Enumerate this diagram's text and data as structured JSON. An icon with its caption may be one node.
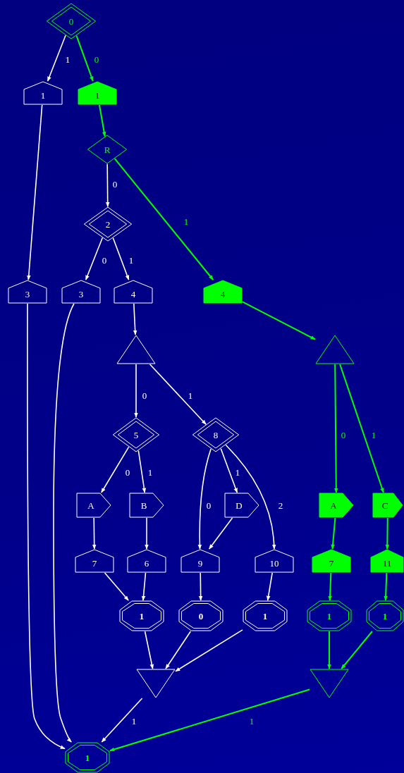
{
  "diagram": {
    "nodes": [
      {
        "text": [
          "0"
        ]
      },
      {
        "text": [
          "1"
        ]
      },
      {
        "text": [
          "1"
        ]
      },
      {
        "text": [
          "R"
        ]
      },
      {
        "text": [
          "2"
        ]
      },
      {
        "text": [
          "3"
        ]
      },
      {
        "text": [
          "3"
        ]
      },
      {
        "text": [
          "4"
        ]
      },
      {
        "text": [
          "4"
        ]
      },
      {
        "text": [],
        "shape": "triangle"
      },
      {
        "text": [],
        "shape": "triangle"
      },
      {
        "text": [
          "5"
        ]
      },
      {
        "text": [
          "8"
        ]
      },
      {
        "text": [
          "A"
        ]
      },
      {
        "text": [
          "B"
        ]
      },
      {
        "text": [
          "D"
        ]
      },
      {
        "text": [
          "A"
        ]
      },
      {
        "text": [
          "C"
        ]
      },
      {
        "text": [
          "7"
        ]
      },
      {
        "text": [
          "6"
        ]
      },
      {
        "text": [
          "9"
        ]
      },
      {
        "text": [
          "10"
        ]
      },
      {
        "text": [
          "7"
        ]
      },
      {
        "text": [
          "11"
        ]
      },
      {
        "text": [
          "1"
        ]
      },
      {
        "text": [
          "0"
        ]
      },
      {
        "text": [
          "1"
        ]
      },
      {
        "text": [
          "1"
        ]
      },
      {
        "text": [
          "1"
        ]
      },
      {
        "text": [],
        "shape": "triangle"
      },
      {
        "text": [],
        "shape": "triangle"
      },
      {
        "text": [
          "1"
        ]
      }
    ],
    "edges": [
      {
        "from": 0,
        "to": 1,
        "arrow": "to",
        "label": "1"
      },
      {
        "from": 0,
        "to": 2,
        "arrow": "to",
        "label": "0",
        "color": "#00ff00"
      },
      {
        "from": 1,
        "to": 5,
        "arrow": "to"
      },
      {
        "from": 2,
        "to": 3,
        "arrow": "to",
        "color": "#00ff00"
      },
      {
        "from": 5,
        "to": 31,
        "arrow": "to"
      },
      {
        "from": 6,
        "to": 31,
        "arrow": "to"
      },
      {
        "from": 3,
        "to": 4,
        "arrow": "to",
        "label": "0"
      },
      {
        "from": 3,
        "to": 8,
        "arrow": "to",
        "label": "1",
        "color": "#00ff00"
      },
      {
        "from": 4,
        "to": 6,
        "arrow": "to",
        "label": "0"
      },
      {
        "from": 4,
        "to": 7,
        "arrow": "to",
        "label": "1"
      },
      {
        "from": 7,
        "to": 9,
        "arrow": "to"
      },
      {
        "from": 8,
        "to": 10,
        "arrow": "to",
        "color": "#00ff00"
      },
      {
        "from": 9,
        "to": 11,
        "arrow": "to",
        "label": "0"
      },
      {
        "from": 9,
        "to": 12,
        "arrow": "to",
        "label": "1"
      },
      {
        "from": 10,
        "to": 16,
        "arrow": "to",
        "label": "0",
        "color": "#00ff00"
      },
      {
        "from": 10,
        "to": 17,
        "arrow": "to",
        "label": "1",
        "color": "#00ff00"
      },
      {
        "from": 11,
        "to": 13,
        "arrow": "to",
        "label": "0"
      },
      {
        "from": 11,
        "to": 14,
        "arrow": "to",
        "label": "1"
      },
      {
        "from": 12,
        "to": 20,
        "arrow": "to",
        "label": "0"
      },
      {
        "from": 12,
        "to": 15,
        "arrow": "to",
        "label": "1"
      },
      {
        "from": 12,
        "to": 21,
        "arrow": "to",
        "label": "2"
      },
      {
        "from": 13,
        "to": 18,
        "arrow": "to"
      },
      {
        "from": 14,
        "to": 19,
        "arrow": "to"
      },
      {
        "from": 15,
        "to": 20,
        "arrow": "to"
      },
      {
        "from": 16,
        "to": 22,
        "arrow": "to",
        "color": "#00ff00"
      },
      {
        "from": 17,
        "to": 23,
        "arrow": "to",
        "color": "#00ff00"
      },
      {
        "from": 18,
        "to": 24,
        "arrow": "to"
      },
      {
        "from": 19,
        "to": 24,
        "arrow": "to"
      },
      {
        "from": 20,
        "to": 25,
        "arrow": "to"
      },
      {
        "from": 21,
        "to": 26,
        "arrow": "to"
      },
      {
        "from": 22,
        "to": 27,
        "arrow": "to",
        "color": "#00ff00"
      },
      {
        "from": 23,
        "to": 28,
        "arrow": "to",
        "color": "#00ff00"
      },
      {
        "from": 24,
        "to": 29,
        "arrow": "to"
      },
      {
        "from": 25,
        "to": 29,
        "arrow": "to"
      },
      {
        "from": 26,
        "to": 29,
        "arrow": "to"
      },
      {
        "from": 27,
        "to": 30,
        "arrow": "to",
        "color": "#00ff00"
      },
      {
        "from": 28,
        "to": 30,
        "arrow": "to",
        "color": "#00ff00"
      },
      {
        "from": 29,
        "to": 31,
        "arrow": "to",
        "label": "1"
      },
      {
        "from": 30,
        "to": 31,
        "arrow": "to",
        "label": "1",
        "color": "#00ff00"
      }
    ]
  }
}
